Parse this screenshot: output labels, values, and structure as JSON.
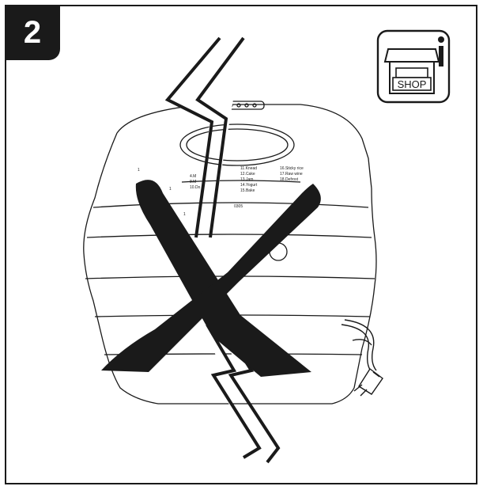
{
  "step": {
    "number": "2"
  },
  "shop_icon": {
    "label": "SHOP",
    "info_glyph": "i",
    "icon": "shop-info-icon"
  },
  "control_panel": {
    "programs_col1": [
      "11.Knead",
      "12.Cake",
      "13.Jam",
      "14.Yogurt",
      "15.Bake"
    ],
    "programs_col2": [
      "16.Sticky rice",
      "17.Raw wine",
      "18.Defrost"
    ],
    "programs_col0": [
      "4.M",
      "8.M",
      "10.Do"
    ],
    "marker_one": "1",
    "model_fragment": "0305"
  },
  "prohibition": {
    "icon": "cross-mark-icon",
    "crack_icon": "lightning-crack-icon"
  },
  "colors": {
    "ink": "#1a1a1a",
    "paper": "#ffffff"
  }
}
